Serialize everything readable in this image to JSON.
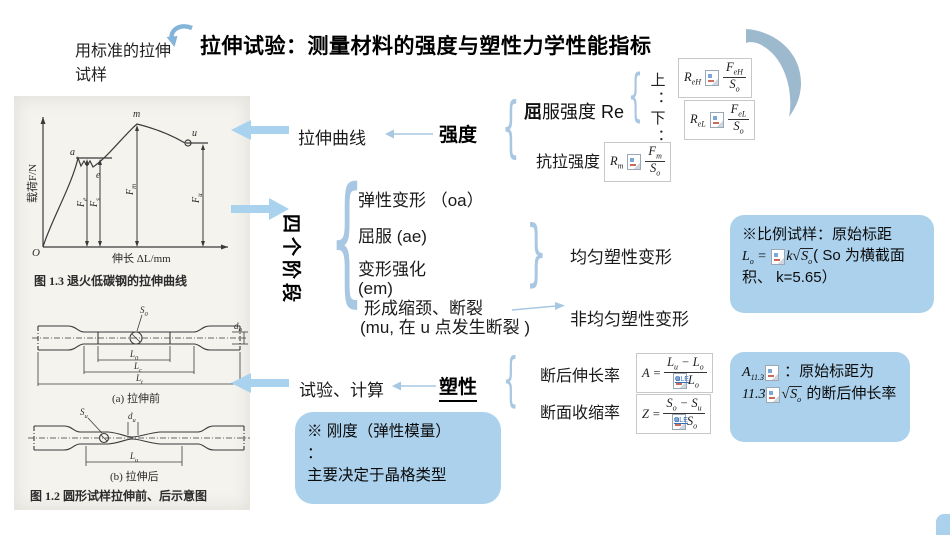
{
  "slide": {
    "title": "拉伸试验：测量材料的强度与塑性力学性能指标",
    "top_note": "用标准的拉伸试样"
  },
  "strength": {
    "curve_label": "拉伸曲线",
    "strength_label": "强度",
    "yield_bold": "屈",
    "yield_rest": "服强度 Re",
    "upper_lower": "上：下：",
    "tensile_label": "抗拉强度"
  },
  "stages": {
    "label": "四个阶段",
    "item1": "弹性变形 （oa）",
    "item2": "屈服 (ae)",
    "item3_l1": "变形强化",
    "item3_l2": "(em)",
    "item4_l1": "形成缩颈、断裂",
    "item4_l2": "(mu, 在 u 点发生断裂 )",
    "uniform": "均匀塑性变形",
    "nonuniform": "非均匀塑性变形"
  },
  "plastic": {
    "test_label": "试验、计算",
    "plastic_label": "塑性",
    "elongation_label": "断后伸长率",
    "reduction_label": "断面收缩率"
  },
  "boxes": {
    "proportional": {
      "pre": "※比例试样：原始标距 ",
      "post": "( So 为横截面积、 k=5.65）"
    },
    "a113": {
      "mid": " ：原始标距为 ",
      "post": " 的断后伸长率"
    },
    "stiffness": {
      "l1": "※ 刚度（弹性模量）",
      "l2": "：",
      "l3": "主要决定于晶格类型"
    }
  },
  "formulas": {
    "reh": {
      "lhs": [
        [
          "R",
          ""
        ],
        [
          "eH",
          "s"
        ]
      ],
      "num": [
        [
          "F",
          ""
        ],
        [
          "eH",
          "s"
        ]
      ],
      "den": [
        [
          "S",
          ""
        ],
        [
          "o",
          "s"
        ]
      ],
      "icon": "mid"
    },
    "rel": {
      "lhs": [
        [
          "R",
          ""
        ],
        [
          "eL",
          "s"
        ]
      ],
      "num": [
        [
          "F",
          ""
        ],
        [
          "eL",
          "s"
        ]
      ],
      "den": [
        [
          "S",
          ""
        ],
        [
          "o",
          "s"
        ]
      ],
      "icon": "mid"
    },
    "rm": {
      "lhs": [
        [
          "R",
          ""
        ],
        [
          "m",
          "s"
        ]
      ],
      "num": [
        [
          "F",
          ""
        ],
        [
          "m",
          "s"
        ]
      ],
      "den": [
        [
          "S",
          ""
        ],
        [
          "o",
          "s"
        ]
      ],
      "icon": "mid"
    },
    "a": {
      "lhs": [
        [
          "A",
          ""
        ]
      ],
      "num": [
        [
          "L",
          ""
        ],
        [
          "u",
          "s"
        ],
        [
          " − L",
          ""
        ],
        [
          "o",
          "s"
        ]
      ],
      "den": [
        [
          "L",
          ""
        ],
        [
          "o",
          "s"
        ]
      ],
      "icon": "den",
      "icon_text": "OLE"
    },
    "z": {
      "lhs": [
        [
          "Z",
          ""
        ]
      ],
      "num": [
        [
          "S",
          ""
        ],
        [
          "o",
          "s"
        ],
        [
          " − S",
          ""
        ],
        [
          "u",
          "s"
        ]
      ],
      "den": [
        [
          "S",
          ""
        ],
        [
          "o",
          "s"
        ]
      ],
      "icon": "den",
      "icon_text": "OLE"
    }
  },
  "chips": {
    "l0": {
      "before": [
        [
          "L",
          ""
        ],
        [
          "o",
          "s"
        ],
        [
          " = ",
          ""
        ]
      ],
      "icon": true,
      "pre": [
        [
          "k",
          ""
        ]
      ],
      "rad": [
        [
          "S",
          ""
        ],
        [
          "o",
          "s"
        ]
      ]
    },
    "a113": {
      "before": [
        [
          "A",
          ""
        ],
        [
          "11.3",
          "s"
        ]
      ],
      "icon": true
    },
    "s113": {
      "before": [
        [
          "11.3",
          ""
        ]
      ],
      "icon": true,
      "rad": [
        [
          "S",
          ""
        ],
        [
          "o",
          "s"
        ]
      ]
    }
  },
  "figures": {
    "fig13": {
      "caption": "图 1.3  退火低碳钢的拉伸曲线",
      "ylabel": "载荷F/N",
      "xlabel": "伸长 ΔL/mm",
      "origin": "O",
      "pa": "a",
      "pe": "e",
      "pm": "m",
      "pu": "u",
      "f1": "F",
      "f1s": "e",
      "f2": "F",
      "f2s": "s",
      "f3": "F",
      "f3s": "m",
      "f4": "F",
      "f4s": "u",
      "curve_points": [
        "o(origin)",
        "a(yield start)",
        "e(yield end)",
        "m(max load)",
        "u(fracture)"
      ]
    },
    "fig12": {
      "caption": "图 1.2  圆形试样拉伸前、后示意图",
      "cap_a": "(a) 拉伸前",
      "cap_b": "(b) 拉伸后",
      "S0": "S",
      "S0s": "0",
      "d0": "d",
      "d0s": "0",
      "L0": "L",
      "L0s": "0",
      "Lc": "L",
      "Lcs": "c",
      "Lt": "L",
      "Lts": "t",
      "Su": "S",
      "Sus": "u",
      "du": "d",
      "dus": "u",
      "Lu": "L",
      "Lus": "u"
    }
  },
  "colors": {
    "thick_arrow": "#a9d2ee",
    "thin_line": "#a8c7e2",
    "box_fill": "#abd1ed",
    "big_arc": "#9db9ce",
    "figure_ink": "#3a3a3a"
  }
}
